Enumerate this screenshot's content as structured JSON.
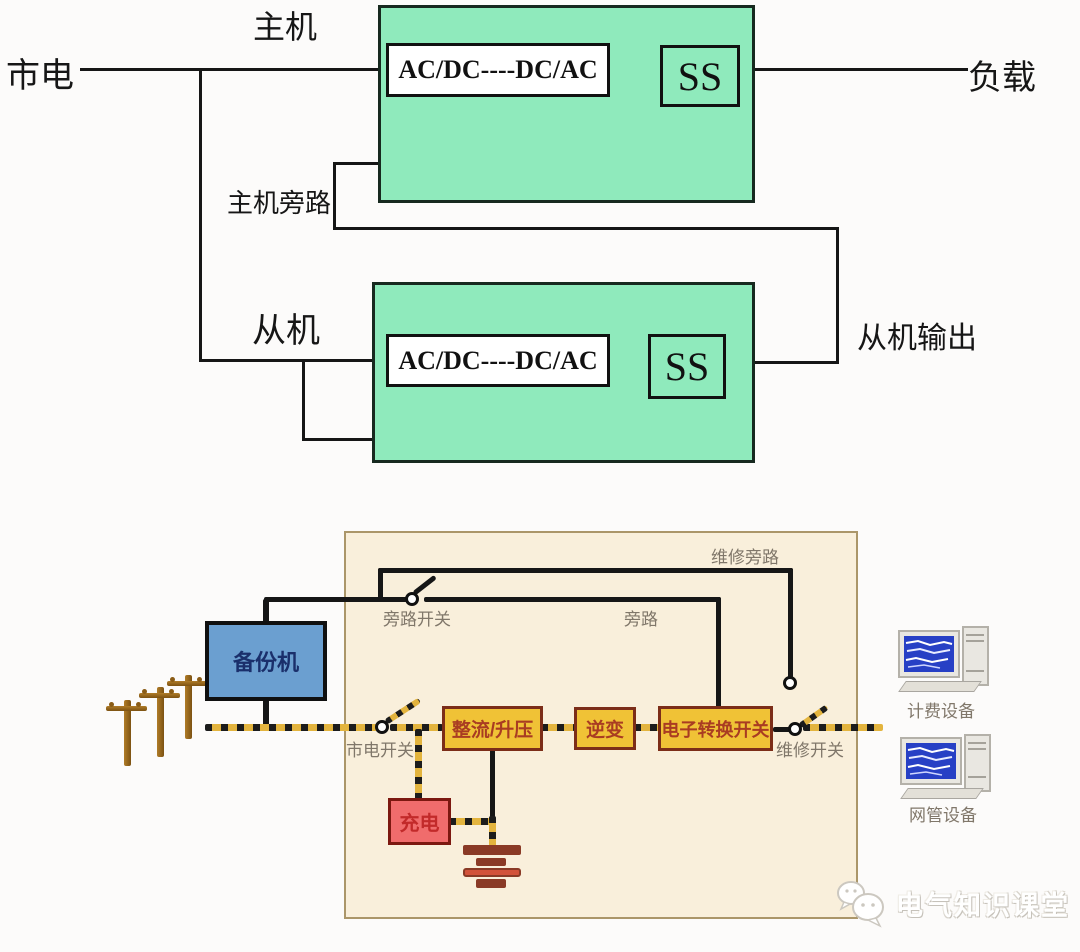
{
  "top_diagram": {
    "mains_label": "市电",
    "master_label": "主机",
    "load_label": "负载",
    "master_bypass_label": "主机旁路",
    "slave_label": "从机",
    "slave_output_label": "从机输出",
    "master_unit": {
      "converter": "AC/DC----DC/AC",
      "static_switch": "SS"
    },
    "slave_unit": {
      "converter": "AC/DC----DC/AC",
      "static_switch": "SS"
    }
  },
  "bottom_diagram": {
    "backup_unit": "备份机",
    "bypass_switch": "旁路开关",
    "bypass": "旁路",
    "maintenance_bypass": "维修旁路",
    "mains_switch": "市电开关",
    "rectifier_boost": "整流/升压",
    "inverter": "逆变",
    "electronic_transfer_switch": "电子转换开关",
    "maintenance_switch": "维修开关",
    "charger": "充电",
    "billing_device": "计费设备",
    "network_mgmt_device": "网管设备"
  },
  "watermark": {
    "brand": "电气知识课堂",
    "icon": "chat-bubbles-icon"
  },
  "colors": {
    "unit_fill_green": "#8feabc",
    "panel_fill_cream": "#f9efdb",
    "component_yellow": "#f0c236",
    "component_border_red": "#7c2d18",
    "charger_red": "#f06c6c",
    "backup_blue": "#6b9fd0",
    "stripe_yellow": "#e3b43e",
    "wire_black": "#161616",
    "battery_bar_red": "#8a3a26"
  }
}
